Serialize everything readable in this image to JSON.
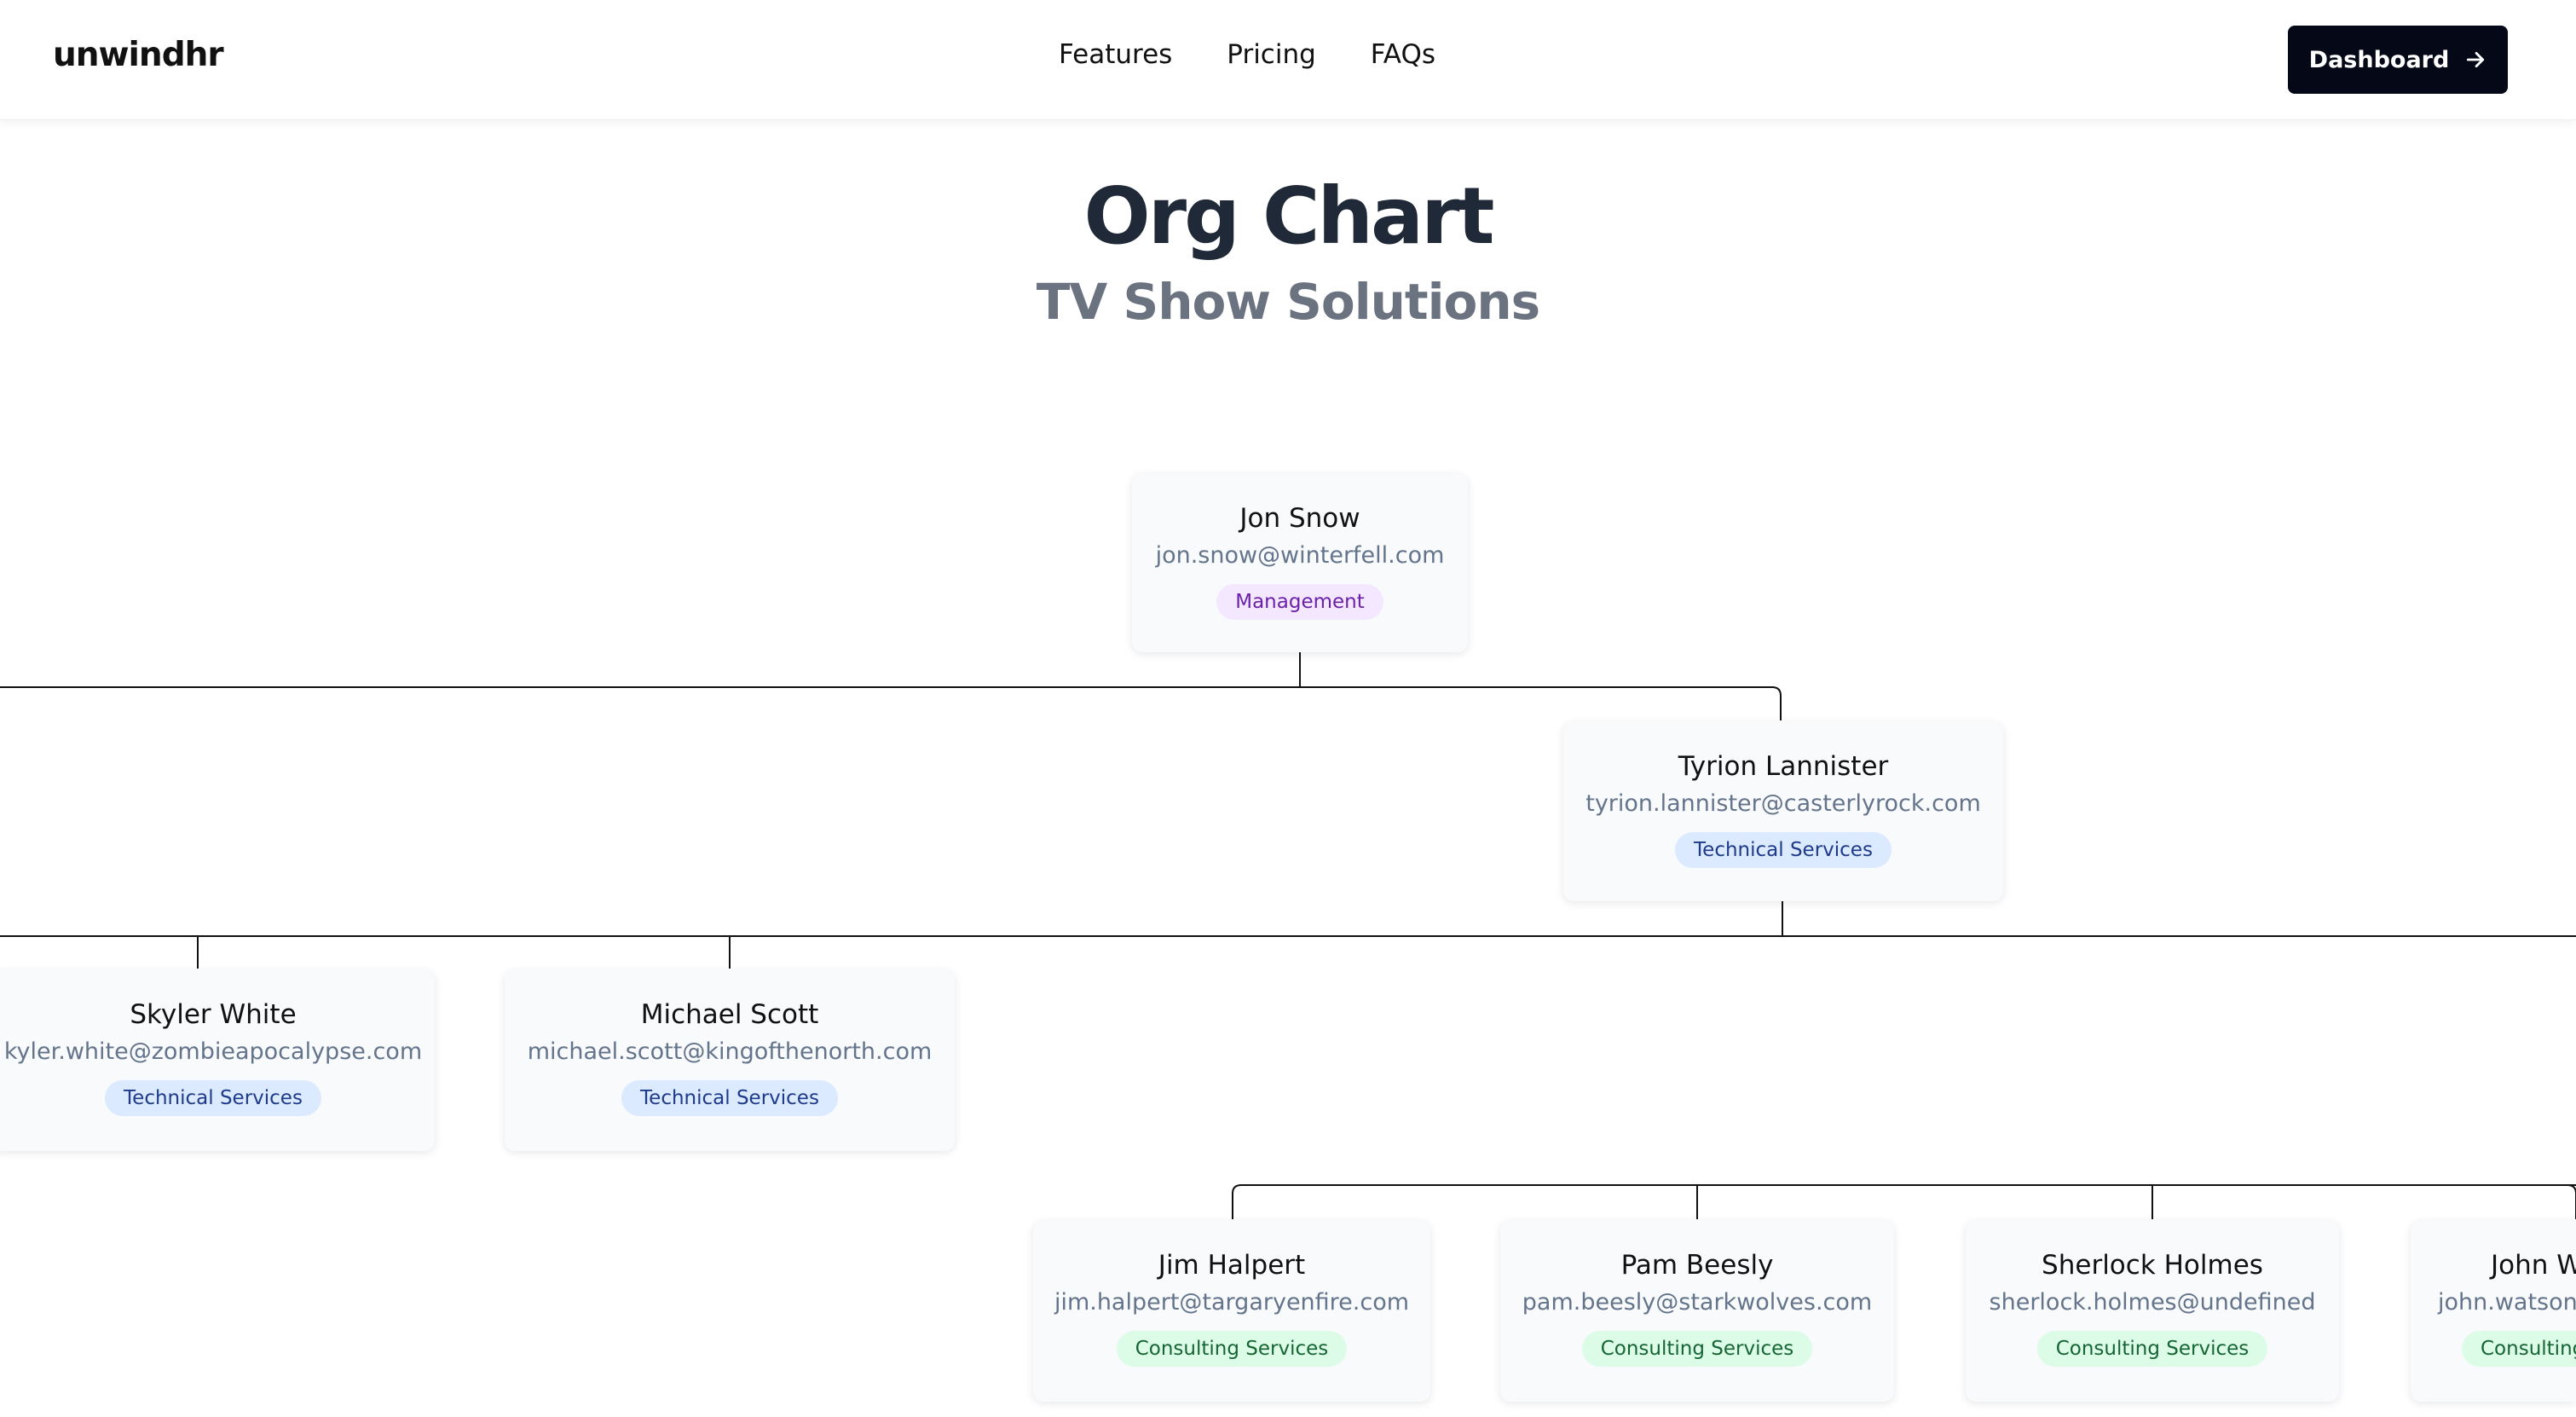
{
  "app": {
    "logo": "unwindhr"
  },
  "nav": {
    "items": [
      "Features",
      "Pricing",
      "FAQs"
    ],
    "dashboard_label": "Dashboard"
  },
  "page": {
    "title": "Org Chart",
    "subtitle": "TV Show Solutions"
  },
  "people": [
    {
      "name": "Jon Snow",
      "email": "jon.snow@winterfell.com",
      "department": "Management"
    },
    {
      "name": "Tyrion Lannister",
      "email": "tyrion.lannister@casterlyrock.com",
      "department": "Technical Services"
    },
    {
      "name": "Skyler White",
      "email": "kyler.white@zombieapocalypse.com",
      "department": "Technical Services"
    },
    {
      "name": "Michael Scott",
      "email": "michael.scott@kingofthenorth.com",
      "department": "Technical Services"
    },
    {
      "name": "Jim Halpert",
      "email": "jim.halpert@targaryenfire.com",
      "department": "Consulting Services"
    },
    {
      "name": "Pam Beesly",
      "email": "pam.beesly@starkwolves.com",
      "department": "Consulting Services"
    },
    {
      "name": "Sherlock Holmes",
      "email": "sherlock.holmes@undefined",
      "department": "Consulting Services"
    },
    {
      "name": "John W",
      "email": "john.watson",
      "department": "Consulting"
    }
  ],
  "colors": {
    "management_badge_bg": "#f3e8ff",
    "technical_badge_bg": "#dbeafe",
    "consulting_badge_bg": "#dcfce7",
    "dashboard_button_bg": "#050816"
  }
}
